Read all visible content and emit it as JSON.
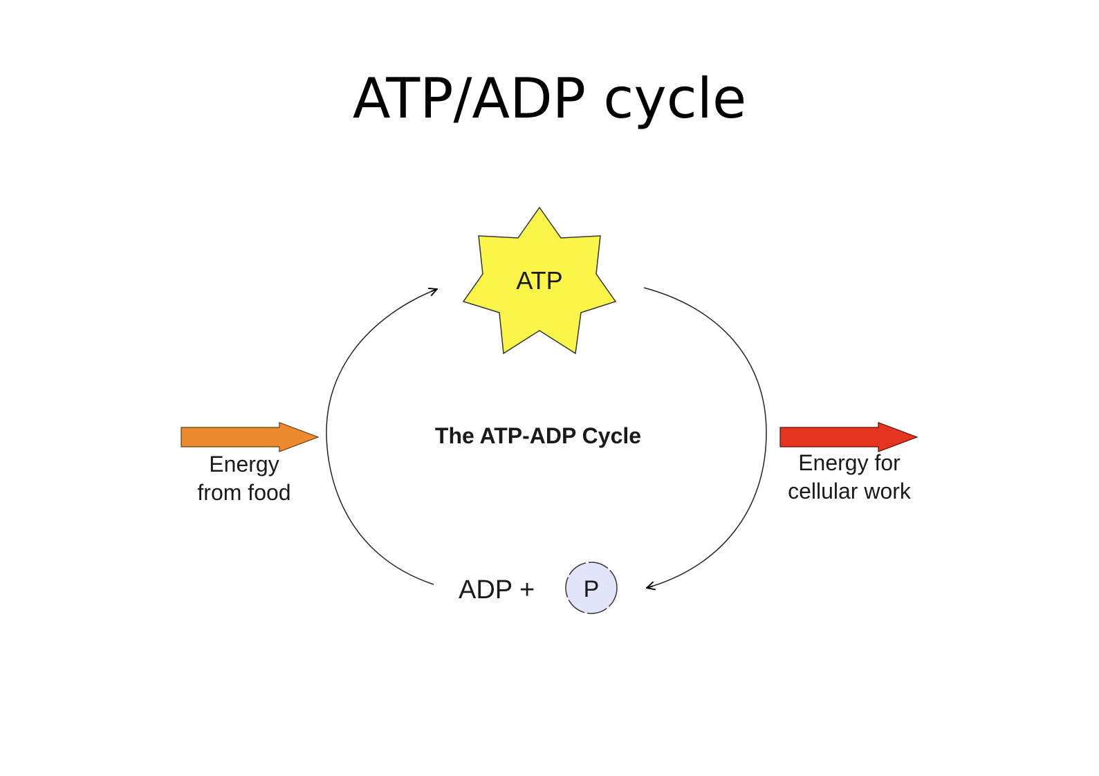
{
  "slide": {
    "title": "ATP/ADP cycle"
  },
  "diagram": {
    "atp_label": "ATP",
    "center_title": "The ATP-ADP Cycle",
    "adp_label": "ADP +",
    "phosphate_label": "P",
    "input_label_line1": "Energy",
    "input_label_line2": "from food",
    "output_label_line1": "Energy for",
    "output_label_line2": "cellular work",
    "colors": {
      "atp_star": "#fbf54a",
      "phosphate_circle": "#e2e4fa",
      "input_arrow": "#ec8a30",
      "output_arrow": "#e5341f"
    }
  }
}
